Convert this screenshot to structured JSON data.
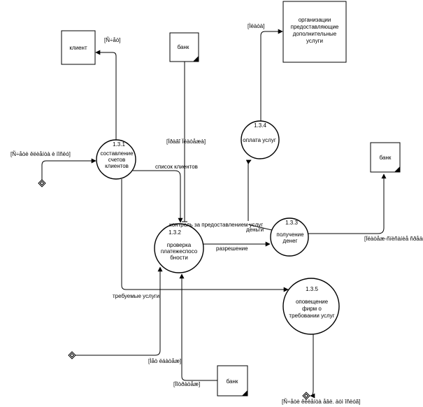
{
  "entities": {
    "client": "клиент",
    "bank_top": "банк",
    "org": [
      "организации",
      "предоставляющие",
      "дополнительные",
      "услуги"
    ],
    "bank_right": "банк",
    "bank_bottom": "банк"
  },
  "processes": {
    "p131": {
      "num": "1.3.1",
      "lines": [
        "составление",
        "счетов",
        "клиентов"
      ]
    },
    "p132": {
      "num": "1.3.2",
      "lines": [
        "проверка",
        "платежеспосо",
        "бности"
      ]
    },
    "p133": {
      "num": "1.3.3",
      "lines": [
        "получение",
        "денег"
      ]
    },
    "p134": {
      "num": "1.3.4",
      "lines": [
        "оплата услуг"
      ]
    },
    "p135": {
      "num": "1.3.5",
      "lines": [
        "оповещение",
        "фирм о",
        "требовании услуг"
      ]
    }
  },
  "flows": {
    "to_client": "[Ñ÷åò]",
    "to_org": "[Ìëàòà]",
    "from_bank_top": "[Ïðàâî Ïëàòåæà]",
    "left_input": "[Ñ÷åòè êëèåíòà è ïîñëó]",
    "client_list": "список клиентов",
    "control": "контроль за предоставлением услуг",
    "money": "деньги",
    "permission": "разрешение",
    "to_bank_right": "[Ïëàòåæ-ñïèñàíèå ñðåäñ]",
    "required_services": "требуемые услуги",
    "bottom_left_input": "[Ìåò ëáàòåæ]",
    "from_bank_bottom": "[Ïîòðàòåæ]",
    "bottom_output": "[Ñ÷åòè êëèåíòà åâë. äòì îñëóã]"
  }
}
